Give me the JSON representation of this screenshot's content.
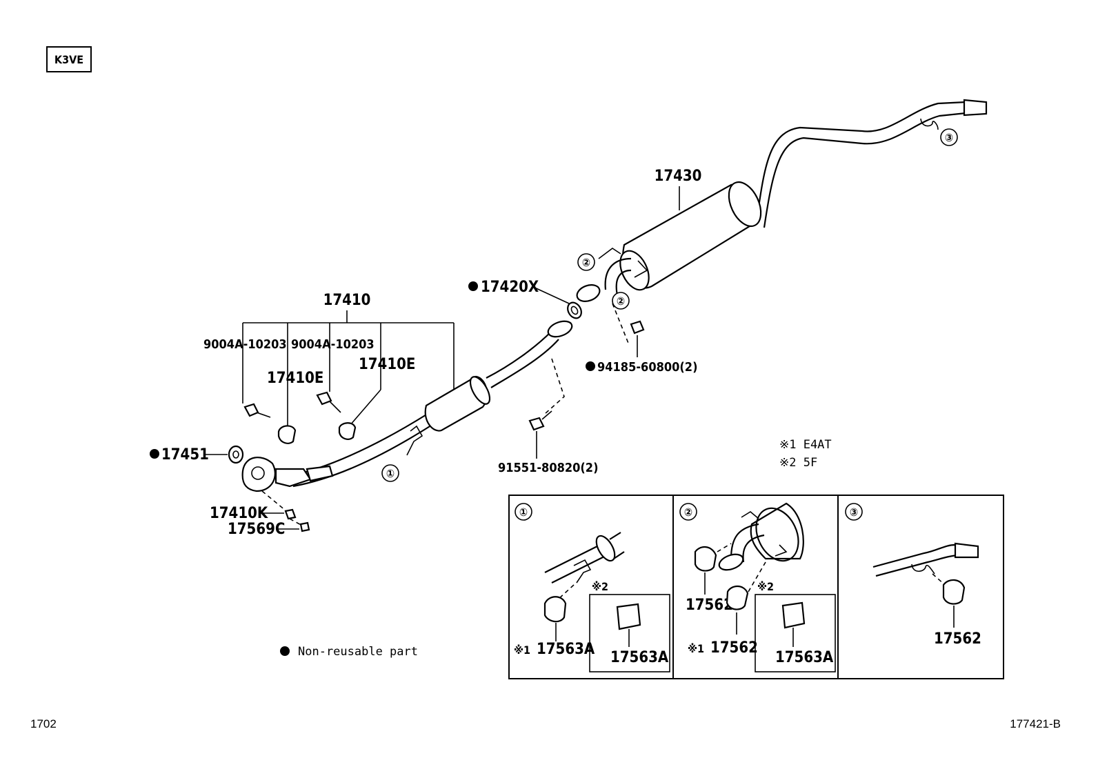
{
  "header": {
    "engine_code": "K3VE"
  },
  "labels": {
    "muffler_tail": "17430",
    "front_pipe_assy": "17410",
    "gasket_17420x": "17420X",
    "nut_94185": "94185-60800(2)",
    "bolt_91551": "91551-80820(2)",
    "gasket_17451": "17451",
    "bolt_9004a_left": "9004A-10203",
    "bolt_9004a_right": "9004A-10203",
    "clamp_17410e_left": "17410E",
    "clamp_17410e_right": "17410E",
    "spring_17410k": "17410K",
    "bolt_17569c": "17569C"
  },
  "callouts": {
    "c1": "①",
    "c2": "②",
    "c3": "③"
  },
  "legend": {
    "note1": "※1 E4AT",
    "note2": "※2 5F",
    "non_reusable": "Non-reusable part"
  },
  "insets": {
    "inset1": {
      "num": "①",
      "mark_a": "※2",
      "part_a": "17563A",
      "prefix_b": "※1",
      "part_b": "17563A"
    },
    "inset2": {
      "num": "②",
      "mark_a": "※2",
      "part_a": "17563A",
      "part_c": "17562",
      "prefix_b": "※1",
      "part_b": "17562"
    },
    "inset3": {
      "num": "③",
      "part": "17562"
    }
  },
  "footer": {
    "left": "1702",
    "right": "177421-B"
  }
}
